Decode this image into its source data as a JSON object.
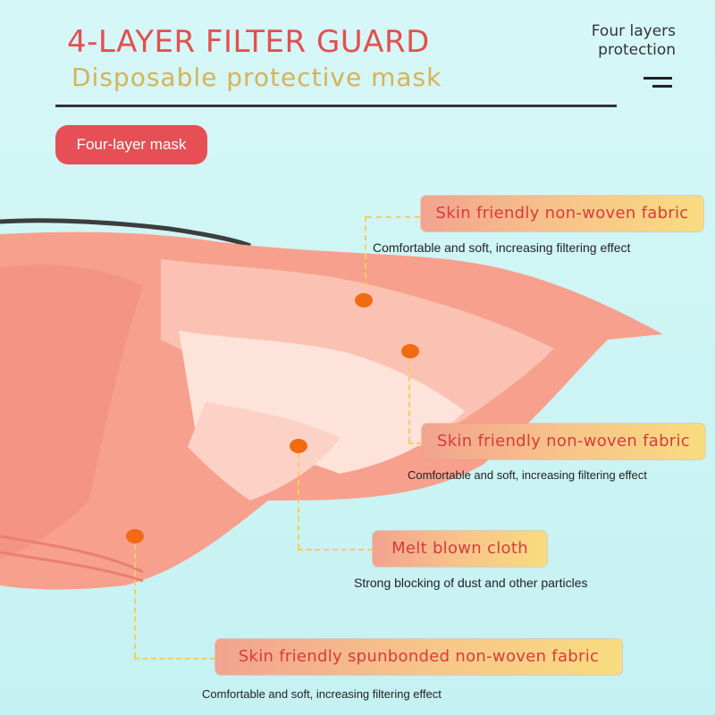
{
  "header": {
    "title": "4-LAYER FILTER GUARD",
    "subtitle": "Disposable protective mask",
    "corner_line1": "Four layers",
    "corner_line2": "protection"
  },
  "badge": {
    "label": "Four-layer mask"
  },
  "layers": [
    {
      "name": "Skin friendly non-woven fabric",
      "description": "Comfortable and soft, increasing filtering effect"
    },
    {
      "name": "Skin friendly non-woven fabric",
      "description": "Comfortable and soft, increasing filtering effect"
    },
    {
      "name": "Melt blown cloth",
      "description": "Strong blocking of dust and other particles"
    },
    {
      "name": "Skin friendly spunbonded non-woven fabric",
      "description": "Comfortable and soft, increasing filtering effect"
    }
  ],
  "colors": {
    "title": "#e3504f",
    "subtitle": "#d7b259",
    "badge": "#e54f55",
    "mask": "#f7a08e",
    "dot": "#f26a12",
    "leader": "#f3cf5c"
  },
  "icons": {
    "menu": "menu-icon"
  }
}
